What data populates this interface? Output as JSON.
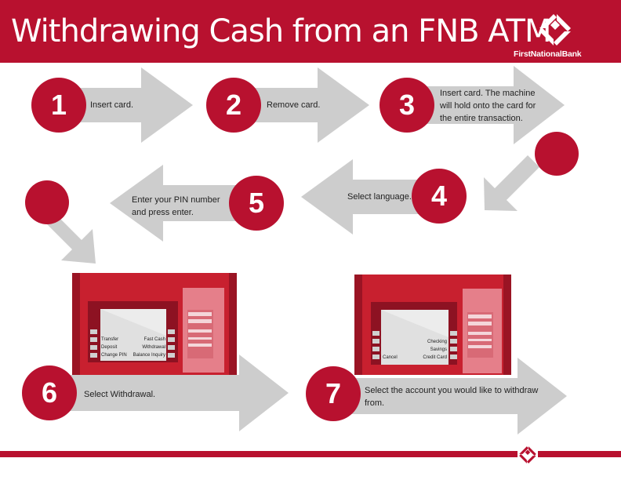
{
  "header": {
    "title": "Withdrawing Cash from an FNB ATM"
  },
  "brand": {
    "name": "FirstNationalBank"
  },
  "colors": {
    "accent": "#b8112f",
    "arrow": "#cdcdcd",
    "atm_body": "#c8202f"
  },
  "steps": [
    {
      "number": "1",
      "text": "Insert card."
    },
    {
      "number": "2",
      "text": "Remove card."
    },
    {
      "number": "3",
      "lines": [
        "Insert card. The machine",
        "will hold onto the card for",
        "the entire transaction."
      ]
    },
    {
      "number": "4",
      "text": "Select language."
    },
    {
      "number": "5",
      "lines": [
        "Enter your PIN number",
        "and press enter."
      ]
    },
    {
      "number": "6",
      "text": "Select Withdrawal."
    },
    {
      "number": "7",
      "lines": [
        "Select the account you would like to withdraw",
        "from."
      ]
    }
  ],
  "atm_menu": {
    "transfer": "Transfer",
    "deposit": "Deposit",
    "change_pin": "Change PIN",
    "fast_cash": "Fast Cash",
    "withdrawal": "Withdrawal",
    "balance_inquiry": "Balance Inquiry"
  },
  "atm_accounts": {
    "checking": "Checking",
    "savings": "Savings",
    "credit_card": "Credit Card",
    "cancel": "Cancel"
  }
}
